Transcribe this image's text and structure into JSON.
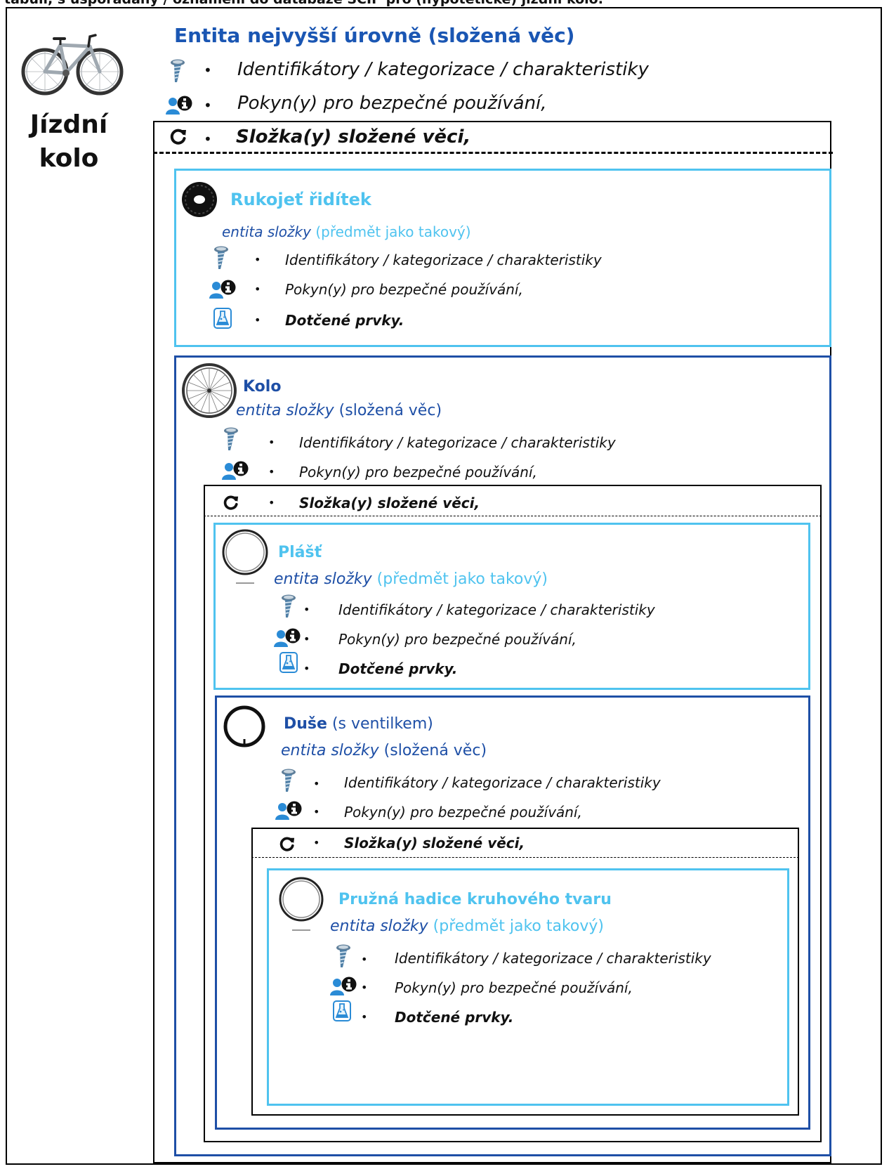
{
  "caption": "tabulí, s uspořádaný / oznámení do databáze SCIP pro (hypotetické) jízdní kolo.",
  "bike_label": "Jízdní kolo",
  "top": {
    "title": "Entita nejvyšší úrovně (složená věc)",
    "rows": [
      "Identifikátory / kategorizace / charakteristiky",
      "Pokyn(y) pro bezpečné používání,",
      "Složka(y) složené věci,"
    ]
  },
  "bullet": "•",
  "rows": {
    "ident": "Identifikátory / kategorizace / charakteristiky",
    "safe": "Pokyn(y) pro bezpečné používání,",
    "comp": "Složka(y) složené věci,",
    "conc": "Dotčené prvky."
  },
  "entity_kind": "entita složky",
  "kinds": {
    "article": "(předmět jako takový)",
    "complex": "(složená věc)"
  },
  "components": {
    "grip": {
      "name": "Rukojeť řidítek"
    },
    "wheel": {
      "name": "Kolo"
    },
    "tyre": {
      "name": "Plášť"
    },
    "tube": {
      "name": "Duše",
      "extra": " (s ventilkem)"
    },
    "hose": {
      "name": "Pružná hadice kruhového tvaru"
    }
  },
  "colors": {
    "light_blue": "#4fc3ef",
    "dark_blue": "#1e4fa6",
    "title_blue": "#1a56b3"
  },
  "icons": [
    "bicycle-icon",
    "screw-icon",
    "person-info-icon",
    "refresh-icon",
    "flask-icon",
    "grip-icon",
    "wheel-icon",
    "ring-icon"
  ]
}
